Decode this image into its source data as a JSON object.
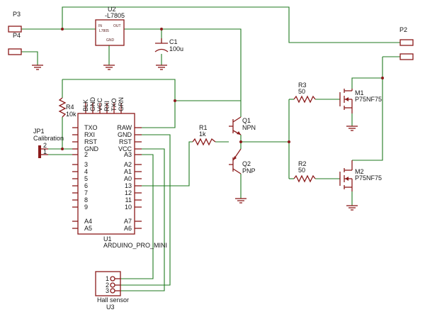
{
  "ports": {
    "p3": "P3",
    "p4": "P4",
    "p2": "P2"
  },
  "regulator": {
    "ref": "U2",
    "value": "-L7805",
    "pin_in": "IN",
    "pin_out": "OUT",
    "pin_gnd": "GND",
    "body": "L7805"
  },
  "c1": {
    "ref": "C1",
    "value": "100u"
  },
  "r4": {
    "ref": "R4",
    "value": "10k"
  },
  "r1": {
    "ref": "R1",
    "value": "1k"
  },
  "r2": {
    "ref": "R2",
    "value": "50"
  },
  "r3": {
    "ref": "R3",
    "value": "50"
  },
  "jp1": {
    "ref": "JP1",
    "value": "Calibration",
    "pin2": "2",
    "pin1": "1"
  },
  "q1": {
    "ref": "Q1",
    "value": "NPN"
  },
  "q2": {
    "ref": "Q2",
    "value": "PNP"
  },
  "m1": {
    "ref": "M1",
    "value": "P75NF75"
  },
  "m2": {
    "ref": "M2",
    "value": "P75NF75"
  },
  "u1": {
    "ref": "U1",
    "value": "ARDUINO_PRO_MINI",
    "top_pins": [
      "BLK",
      "GND",
      "VCC",
      "RXI",
      "TXO",
      "GRN"
    ],
    "left_pins": [
      "TXO",
      "RXI",
      "RST",
      "GND",
      "2",
      "3",
      "4",
      "5",
      "6",
      "7",
      "8",
      "9",
      "A4",
      "A5"
    ],
    "right_pins": [
      "RAW",
      "GND",
      "RST",
      "VCC",
      "A3",
      "A2",
      "A1",
      "A0",
      "13",
      "12",
      "11",
      "10",
      "A7",
      "A6"
    ]
  },
  "u3": {
    "ref": "U3",
    "value": "Hall sensor",
    "pins": [
      "1",
      "2",
      "3"
    ]
  }
}
